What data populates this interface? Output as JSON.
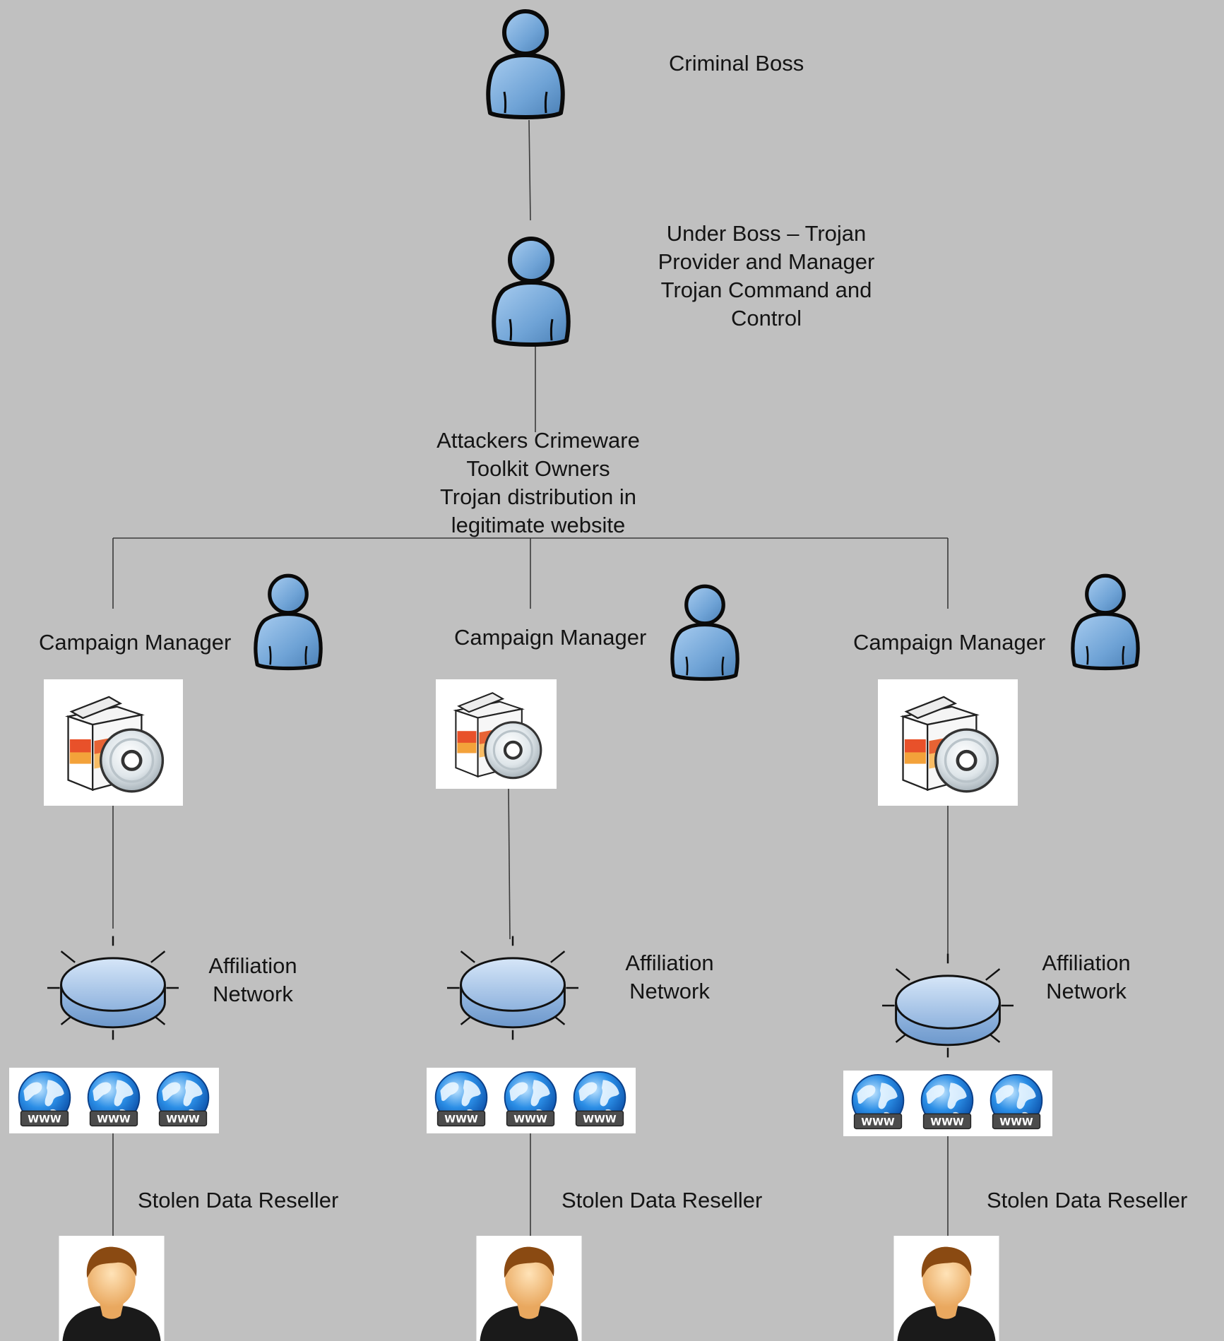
{
  "background": "#c0c0c0",
  "colors": {
    "person_fill": "#6fa3d6",
    "person_stroke": "#0a0a0a",
    "connector": "#3a3a3a",
    "panel_bg": "#ffffff"
  },
  "nodes": {
    "criminal_boss": {
      "label": "Criminal Boss",
      "icon": "person-icon"
    },
    "under_boss": {
      "label_lines": [
        "Under Boss – Trojan",
        "Provider and Manager",
        "Trojan Command and",
        "Control"
      ],
      "icon": "person-icon"
    },
    "attackers": {
      "label_lines": [
        "Attackers  Crimeware",
        "Toolkit Owners",
        "Trojan distribution in",
        "legitimate website"
      ]
    }
  },
  "branches": [
    {
      "campaign_manager": "Campaign Manager",
      "software_icon": "software-box-cd-icon",
      "affiliation_lines": [
        "Affiliation",
        "Network"
      ],
      "network_icon": "network-hub-icon",
      "web_icons": [
        "www-globe-icon",
        "www-globe-icon",
        "www-globe-icon"
      ],
      "reseller": "Stolen Data Reseller",
      "reseller_icon": "user-avatar-icon"
    },
    {
      "campaign_manager": "Campaign Manager",
      "software_icon": "software-box-cd-icon",
      "affiliation_lines": [
        "Affiliation",
        "Network"
      ],
      "network_icon": "network-hub-icon",
      "web_icons": [
        "www-globe-icon",
        "www-globe-icon",
        "www-globe-icon"
      ],
      "reseller": "Stolen Data Reseller",
      "reseller_icon": "user-avatar-icon"
    },
    {
      "campaign_manager": "Campaign Manager",
      "software_icon": "software-box-cd-icon",
      "affiliation_lines": [
        "Affiliation",
        "Network"
      ],
      "network_icon": "network-hub-icon",
      "web_icons": [
        "www-globe-icon",
        "www-globe-icon",
        "www-globe-icon"
      ],
      "reseller": "Stolen Data Reseller",
      "reseller_icon": "user-avatar-icon"
    }
  ]
}
